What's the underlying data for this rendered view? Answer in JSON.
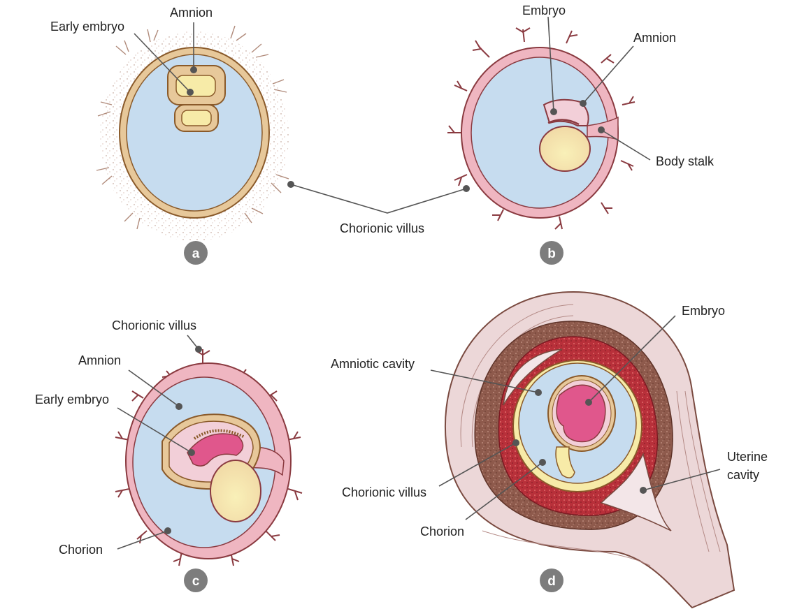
{
  "colors": {
    "fluid": "#c6dcef",
    "chorion": "#efb6c1",
    "chorion_edge": "#8a3a40",
    "amnion_tan": "#e7c89a",
    "amnion_edge": "#8a5a2a",
    "yolk": "#f7eba8",
    "embryo": "#e0578c",
    "embryo_light": "#f2cfd8",
    "wall_outer": "#ecd7d8",
    "wall_mid": "#8a5448",
    "wall_red": "#b8303a",
    "badge": "#7d7d7d"
  },
  "panels": {
    "a": {
      "badge": "a",
      "labels": {
        "amnion": "Amnion",
        "early_embryo": "Early embryo"
      }
    },
    "b": {
      "badge": "b",
      "labels": {
        "embryo": "Embryo",
        "amnion": "Amnion",
        "body_stalk": "Body stalk"
      }
    },
    "shared": {
      "chorionic_villus": "Chorionic villus"
    },
    "c": {
      "badge": "c",
      "labels": {
        "chorionic_villus": "Chorionic villus",
        "amnion": "Amnion",
        "early_embryo": "Early embryo",
        "chorion": "Chorion"
      }
    },
    "d": {
      "badge": "d",
      "labels": {
        "embryo": "Embryo",
        "amniotic_cavity": "Amniotic cavity",
        "uterine_line1": "Uterine",
        "uterine_line2": "cavity",
        "chorionic_villus": "Chorionic villus",
        "chorion": "Chorion"
      }
    }
  }
}
